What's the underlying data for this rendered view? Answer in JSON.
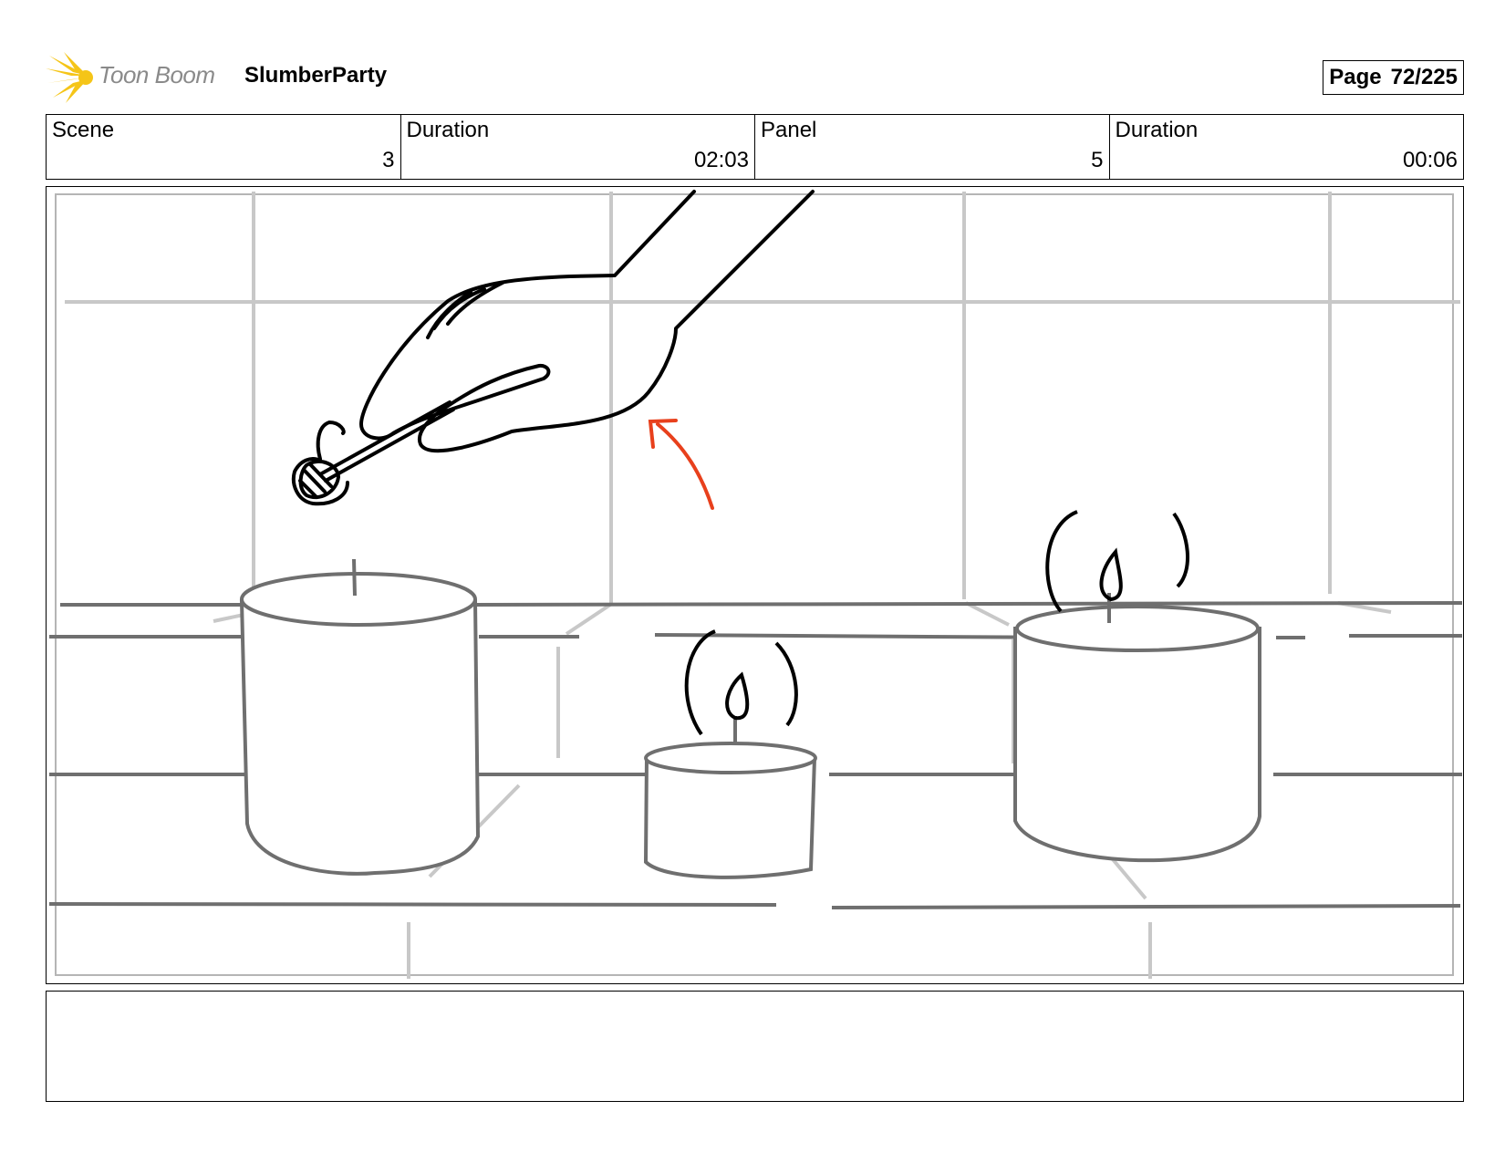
{
  "header": {
    "logo_text": "Toon Boom",
    "project_title": "SlumberParty",
    "page_label": "Page",
    "page_value": "72/225"
  },
  "info": {
    "scene_label": "Scene",
    "scene_value": "3",
    "duration_label": "Duration",
    "duration_value": "02:03",
    "panel_label": "Panel",
    "panel_value": "5",
    "panel_duration_label": "Duration",
    "panel_duration_value": "00:06"
  },
  "colors": {
    "logo_yellow": "#f5c518",
    "arrow_red": "#e8401c",
    "sketch_gray": "#777777",
    "guide_gray": "#c8c8c8"
  },
  "icons": {
    "logo": "toon-boom-star-icon",
    "motion_arrow": "red-arrow-icon"
  }
}
